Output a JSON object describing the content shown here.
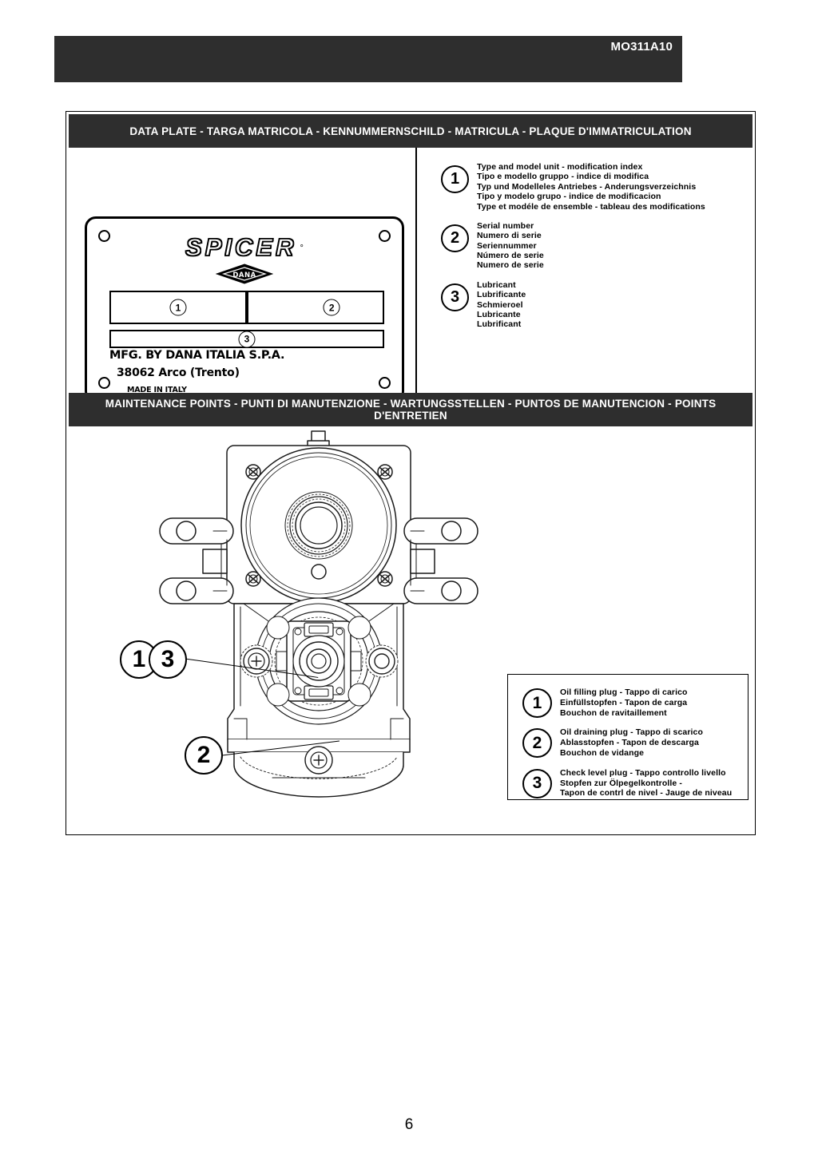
{
  "header": {
    "document_code": "MO311A10"
  },
  "sections": {
    "data_plate": {
      "title": "DATA PLATE - TARGA MATRICOLA - KENNUMMERNSCHILD - MATRICULA - PLAQUE D'IMMATRICULATION",
      "plate": {
        "brand": "SPICER",
        "registered_mark": "°",
        "logo_text": "DANA",
        "field_numbers": [
          "1",
          "2",
          "3"
        ],
        "manufacturer_line1": "MFG. BY DANA ITALIA S.P.A.",
        "manufacturer_line2": "38062 Arco  (Trento)",
        "manufacturer_line3": "MADE IN ITALY"
      },
      "legend": [
        {
          "number": "1",
          "lines": [
            "Type and model unit - modification index",
            "Tipo e modello gruppo - indice di modifica",
            "Typ und Modelleles Antriebes - Anderungsverzeichnis",
            "Tipo y modelo grupo - indice de modificacion",
            "Type et modéle de ensemble - tableau des modifications"
          ]
        },
        {
          "number": "2",
          "lines": [
            "Serial number",
            "Numero di serie",
            "Seriennummer",
            "Número de serie",
            "Numero de serie"
          ]
        },
        {
          "number": "3",
          "lines": [
            "Lubricant",
            "Lubrificante",
            "Schmieroel",
            "Lubricante",
            "Lubrificant"
          ]
        }
      ]
    },
    "maintenance": {
      "title": "MAINTENANCE POINTS - PUNTI DI MANUTENZIONE - WARTUNGSSTELLEN - PUNTOS DE MANUTENCION - POINTS D'ENTRETIEN",
      "callouts": [
        {
          "number": "1"
        },
        {
          "number": "3"
        },
        {
          "number": "2"
        }
      ],
      "legend": [
        {
          "number": "1",
          "lines": [
            "Oil filling plug - Tappo di carico",
            "Einfüllstopfen - Tapon de carga",
            "Bouchon de ravitaillement"
          ]
        },
        {
          "number": "2",
          "lines": [
            "Oil draining plug - Tappo di scarico",
            "Ablasstopfen - Tapon de descarga",
            "Bouchon de vidange"
          ]
        },
        {
          "number": "3",
          "lines": [
            "Check level plug - Tappo controllo livello",
            "Stopfen zur Ölpegelkontrolle -",
            "Tapon de contrl de nivel - Jauge de niveau"
          ]
        }
      ]
    }
  },
  "footer": {
    "page_number": "6"
  },
  "colors": {
    "bar_background": "#2e2e2e",
    "bar_text": "#ffffff",
    "line": "#000000",
    "page_background": "#ffffff"
  }
}
